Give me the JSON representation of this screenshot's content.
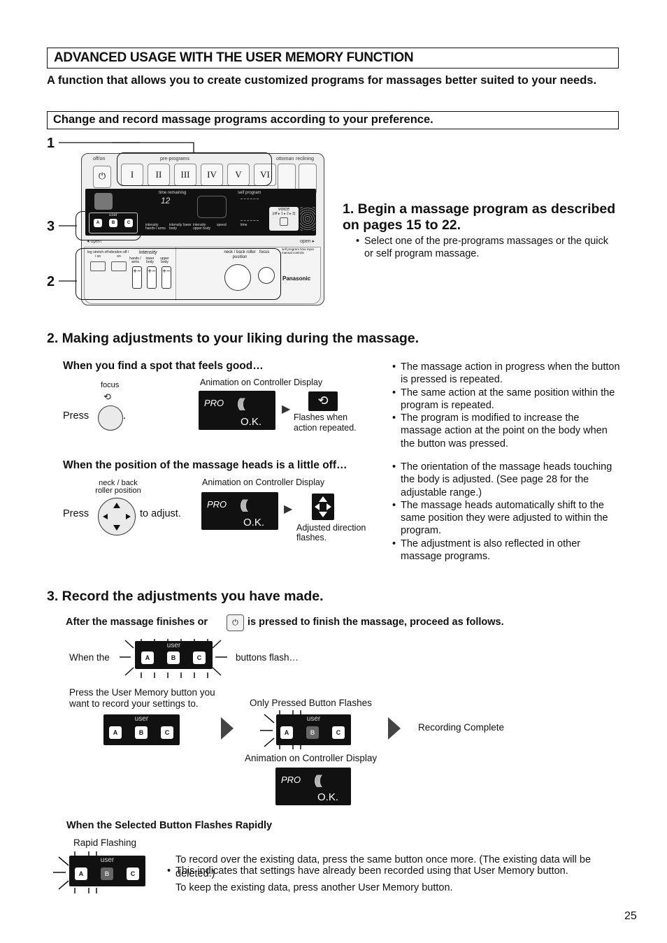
{
  "header": {
    "title": "ADVANCED USAGE WITH THE USER MEMORY FUNCTION",
    "intro": "A function that allows you to create customized programs for massages better suited to your needs.",
    "subtitle": "Change and record massage programs according to your preference."
  },
  "callouts": {
    "one": "1",
    "two": "2",
    "three": "3"
  },
  "controller": {
    "off_on": "off/on",
    "pre_programs": "pre-programs",
    "program_buttons": [
      "I",
      "II",
      "III",
      "IV",
      "V",
      "VI"
    ],
    "ottoman": "ottoman",
    "reclining": "reclining",
    "time_remaining": "time remaining",
    "time_value": "12",
    "self_program": "self program",
    "voice": "voice",
    "voice_sub": "(off ▸ 1 ▸ 2 ▸ 3)",
    "user": "user",
    "user_keys": [
      "A",
      "B",
      "C"
    ],
    "lcd_labels": [
      "intensity hands / arms",
      "intensity lower body",
      "intensity upper body",
      "speed",
      "time"
    ],
    "open_left": "◂ open",
    "open_right": "open ▸",
    "leg_stretch": "leg stretch off / on",
    "vibration": "vibration off / on",
    "intensity": "intensity",
    "intensity_parts": [
      "hands / arms",
      "lower body",
      "upper body"
    ],
    "neck_back": "neck / back roller position",
    "focus": "focus",
    "self_program_time": "self program time input manual controls",
    "brand": "Panasonic"
  },
  "step1": {
    "title": "1. Begin a massage program as described on pages 15 to 22.",
    "bullet": "Select one of the pre-programs massages or the quick or self program massage."
  },
  "step2": {
    "title": "2. Making adjustments to your liking during the massage.",
    "good_spot": {
      "heading": "When you find a spot that feels good…",
      "focus_label": "focus",
      "press": "Press",
      "period": ".",
      "anim_label": "Animation on Controller Display",
      "flash_caption": "Flashes when action repeated.",
      "bullets": [
        "The massage action in progress when the button is pressed is repeated.",
        "The same action at the same position within the program is repeated.",
        "The program is modified to increase the massage action at the point on the body when the button was pressed."
      ]
    },
    "position_off": {
      "heading": "When the position of the massage heads is a little off…",
      "roller_label": "neck / back roller position",
      "press": "Press",
      "to_adjust": "to adjust.",
      "anim_label": "Animation on Controller Display",
      "flash_caption": "Adjusted direction flashes.",
      "bullets": [
        "The orientation of the massage heads touching the body is adjusted. (See page 28 for the adjustable range.)",
        "The massage heads automatically shift to the same position they were adjusted to within the program.",
        "The adjustment is also reflected in other massage programs."
      ]
    },
    "display": {
      "pro": "PRO",
      "ok": "O.K."
    }
  },
  "step3": {
    "title": "3. Record the adjustments you have made.",
    "intro_before": "After the massage finishes or",
    "intro_after": "is pressed to finish the massage, proceed as follows.",
    "when_the": "When the",
    "buttons_flash": "buttons flash…",
    "press_user": "Press the User Memory button you want to record your settings to.",
    "only_pressed": "Only Pressed Button Flashes",
    "recording_complete": "Recording Complete",
    "anim_label": "Animation on Controller Display",
    "rapid_heading": "When the Selected Button Flashes Rapidly",
    "rapid_flashing": "Rapid Flashing",
    "rapid_bullet": "This indicates that settings have already been recorded using that User Memory button.",
    "rapid_line2": "To record over the existing data, press the same button once more. (The existing data will be deleted.)",
    "rapid_line3": "To keep the existing data, press another User Memory button.",
    "user_label": "user",
    "keys": [
      "A",
      "B",
      "C"
    ]
  },
  "page_number": "25"
}
